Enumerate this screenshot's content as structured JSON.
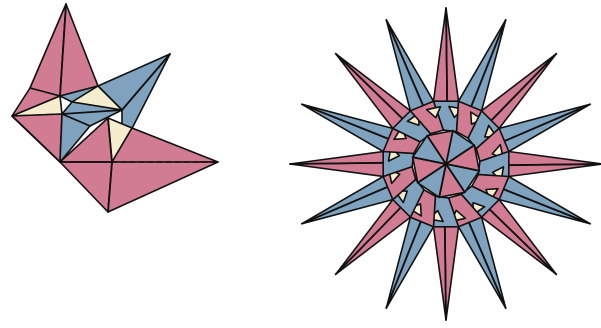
{
  "colors": {
    "pink": "#D27C93",
    "blue": "#7FA3BE",
    "cream": "#F6EDCF",
    "stroke": "#111111",
    "background": "#ffffff"
  },
  "figures": [
    {
      "id": "partial-assembly",
      "units": 3
    },
    {
      "id": "completed-star",
      "units": 8,
      "points": 16
    }
  ]
}
